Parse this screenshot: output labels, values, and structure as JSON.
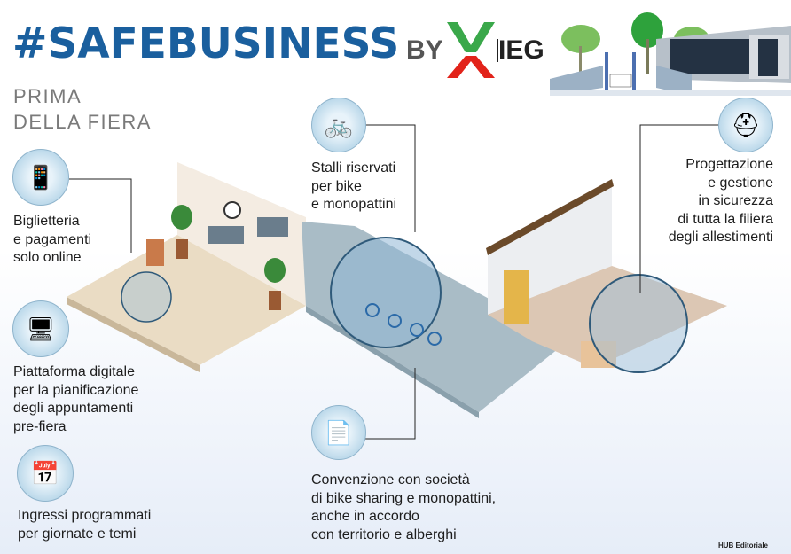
{
  "header": {
    "title": "#SAFEBUSINESS",
    "by": "BY",
    "logo_text": "IEG",
    "subtitle_line1": "PRIMA",
    "subtitle_line2": "DELLA FIERA"
  },
  "callouts": [
    {
      "icon": "smartphone-payment-icon",
      "lines": [
        "Biglietteria",
        "e pagamenti",
        "solo online"
      ]
    },
    {
      "icon": "digital-platform-icon",
      "lines": [
        "Piattaforma digitale",
        "per la pianificazione",
        "degli appuntamenti",
        "pre-fiera"
      ]
    },
    {
      "icon": "calendar-check-icon",
      "lines": [
        "Ingressi programmati",
        "per giornate e temi"
      ]
    },
    {
      "icon": "bicycle-icon",
      "lines": [
        "Stalli riservati",
        "per bike",
        "e monopattini"
      ]
    },
    {
      "icon": "document-pen-icon",
      "lines": [
        "Convenzione con società",
        "di bike sharing e monopattini,",
        "anche in accordo",
        "con territorio e alberghi"
      ]
    },
    {
      "icon": "helmet-goggles-icon",
      "lines": [
        "Progettazione",
        "e gestione",
        "in sicurezza",
        "di tutta la filiera",
        "degli allestimenti"
      ]
    }
  ],
  "credit": "HUB Editoriale",
  "colors": {
    "title": "#1a5f9e",
    "logo_green": "#3aa84a",
    "logo_red": "#e2231a"
  }
}
